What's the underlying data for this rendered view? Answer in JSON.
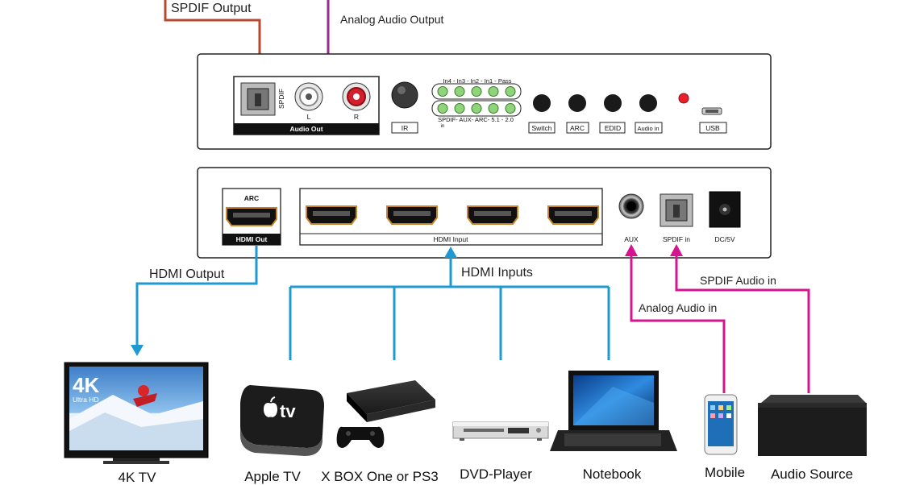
{
  "colors": {
    "spdif_out": "#b8472f",
    "analog_out": "#9c2a8c",
    "hdmi": "#1e9ad0",
    "audio_in": "#d4158f",
    "panel_border": "#222222",
    "led": "#8fd47a"
  },
  "top_labels": {
    "spdif_output": "SPDIF Output",
    "analog_audio_output": "Analog Audio Output"
  },
  "front_panel": {
    "audio_out_title": "Audio Out",
    "spdif_vertical": "SPDIF",
    "left_label": "L",
    "right_label": "R",
    "ir_label": "IR",
    "led_top_row": "In4 - In3 - In2 - In1 - Pass",
    "led_bottom_row": "SPDIF- AUX- ARC- 5.1 - 2.0",
    "led_bottom_sub": "in",
    "buttons": [
      "Switch",
      "ARC",
      "EDID",
      "Audio in"
    ],
    "usb_label": "USB"
  },
  "rear_panel": {
    "arc_label": "ARC",
    "hdmi_out_label": "HDMI Out",
    "hdmi_input_label": "HDMI Input",
    "aux_label": "AUX",
    "spdif_in_label": "SPDIF in",
    "dc_label": "DC/5V"
  },
  "connections": {
    "hdmi_output": "HDMI Output",
    "hdmi_inputs": "HDMI Inputs",
    "analog_audio_in": "Analog Audio in",
    "spdif_audio_in": "SPDIF Audio in"
  },
  "devices": {
    "tv_badge": "4K",
    "tv_sub": "Ultra HD",
    "apple_tv_logo": "tv",
    "labels": [
      "4K TV",
      "Apple TV",
      "X BOX One or PS3",
      "DVD-Player",
      "Notebook",
      "Mobile",
      "Audio Source"
    ]
  }
}
